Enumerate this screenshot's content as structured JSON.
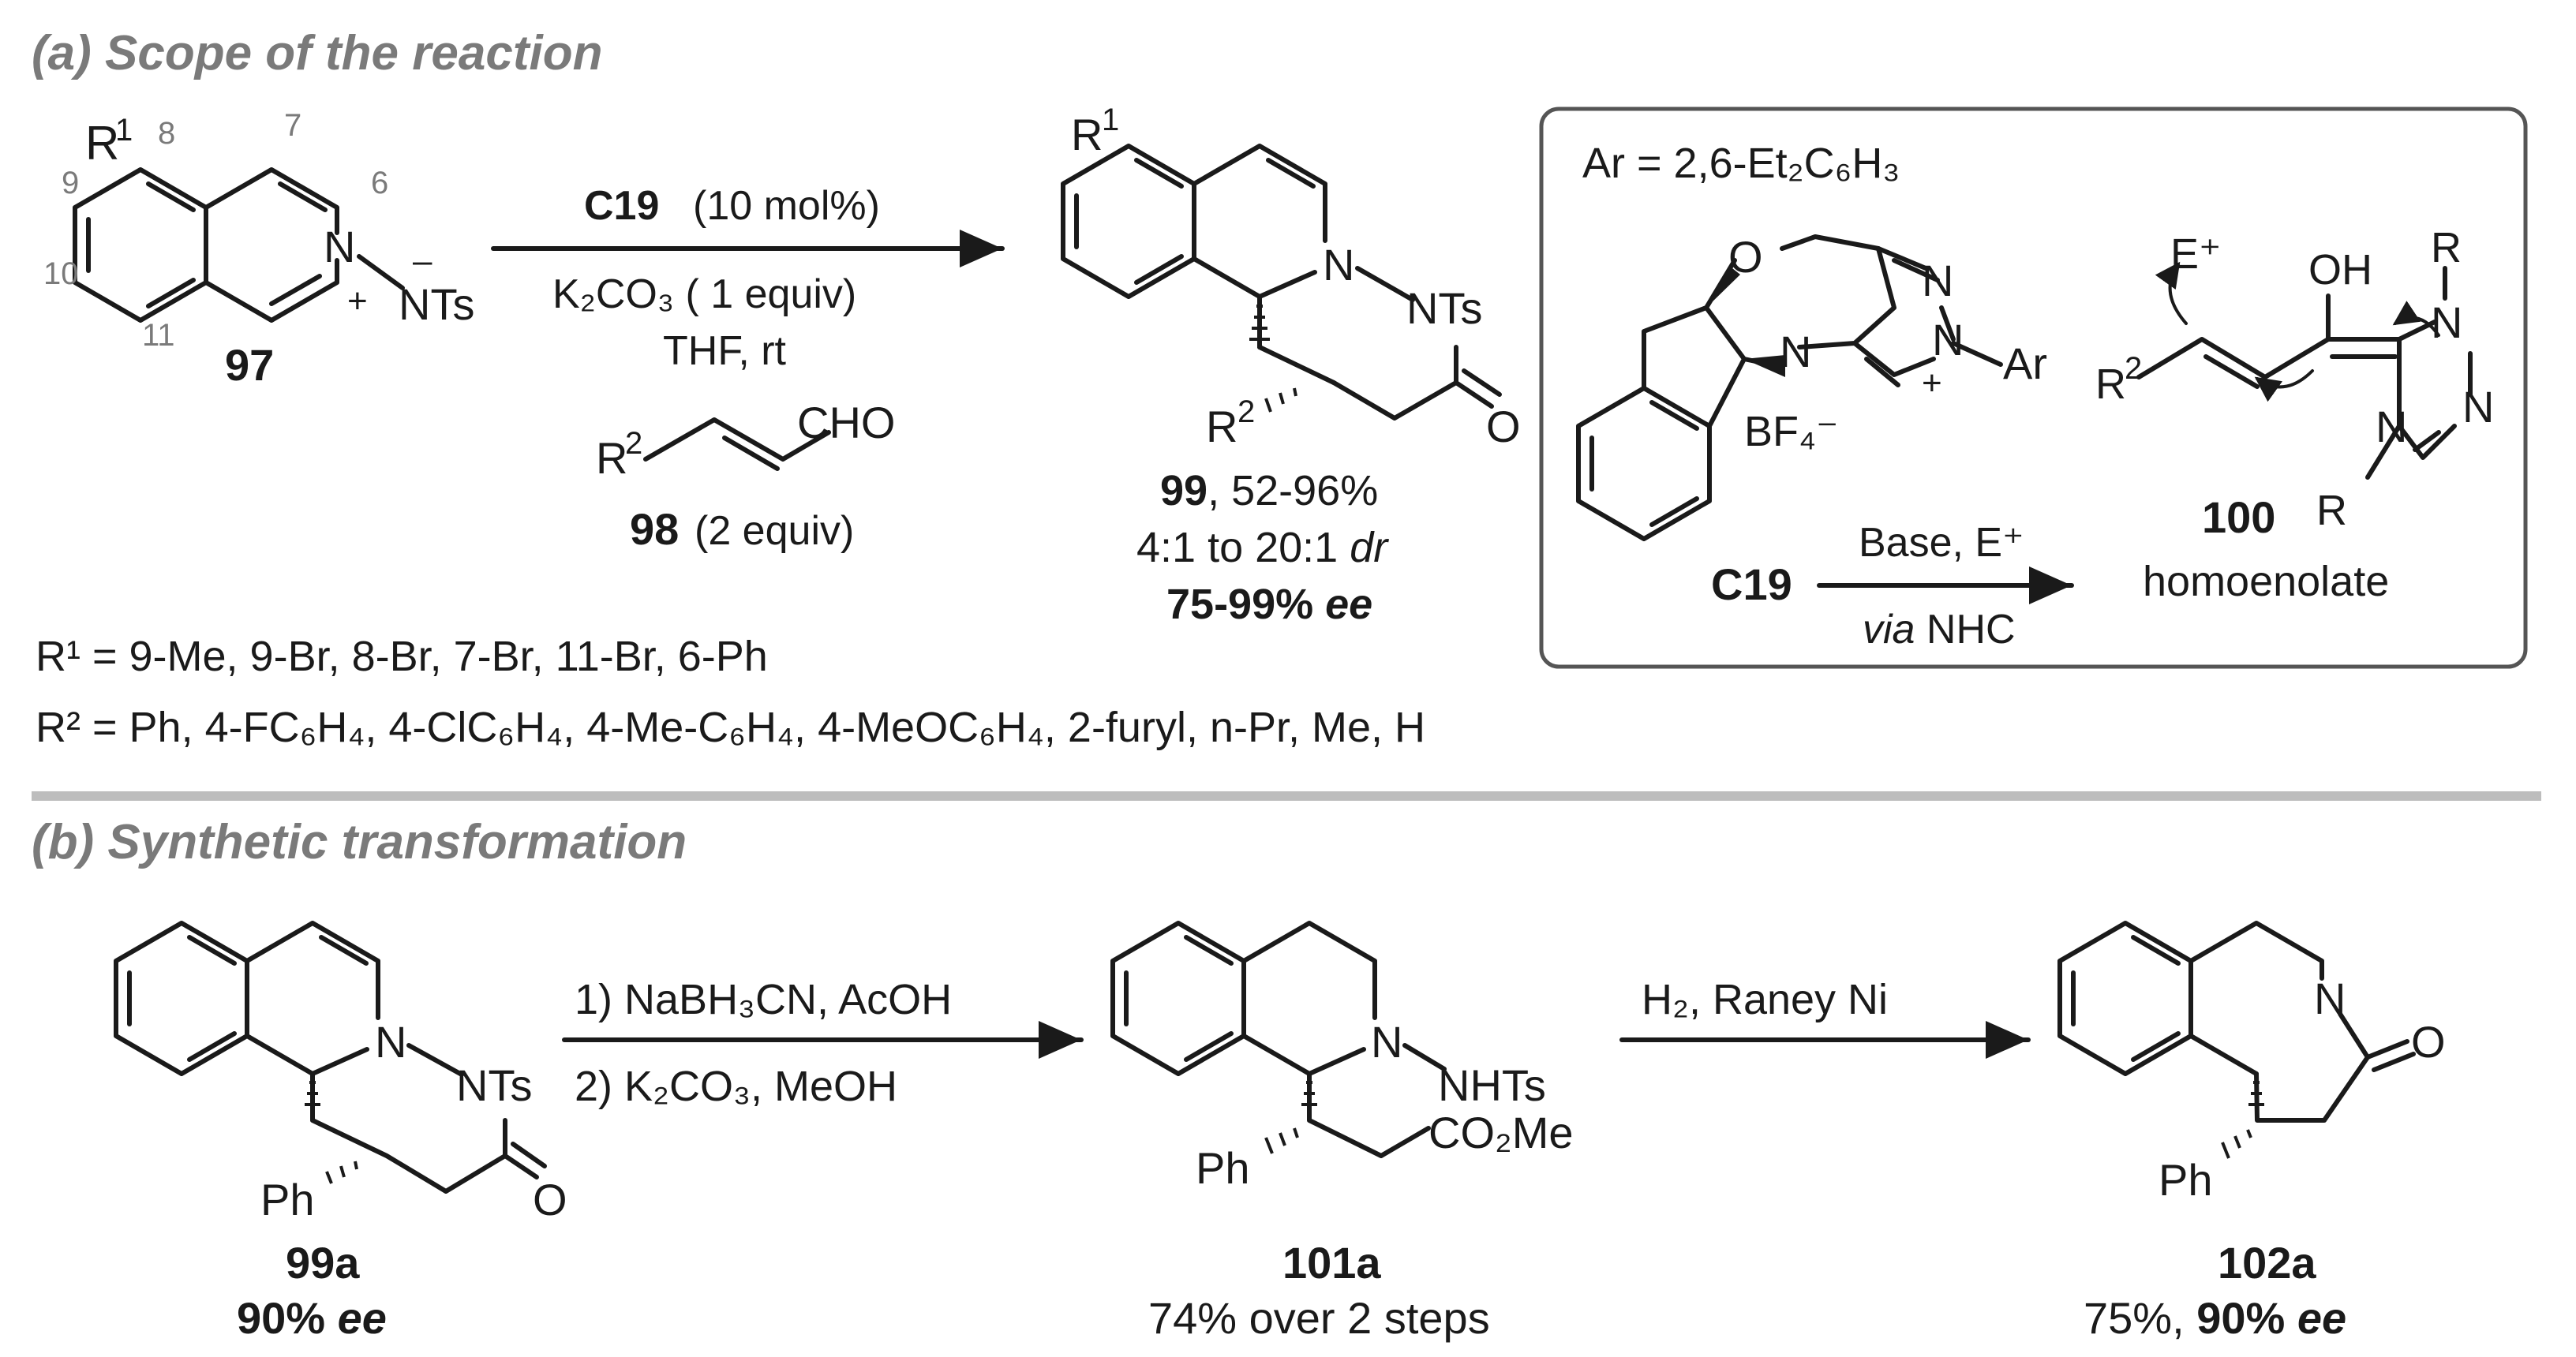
{
  "section_a": {
    "title": "(a) Scope of the reaction",
    "sm_label": "97",
    "sm_numbering": [
      "8",
      "7",
      "6",
      "9",
      "10",
      "11"
    ],
    "sm_atoms": {
      "r1": "R",
      "r1_sup": "1",
      "n": "N",
      "plus": "+",
      "minus": "–",
      "nts": "NTs"
    },
    "conditions": {
      "catalyst": "C19",
      "catalyst_loading": "(10 mol%)",
      "base": "K₂CO₃ ( 1 equiv)",
      "solvent": "THF, rt",
      "enal": "CHO",
      "enal_r": "R",
      "enal_r_sup": "2",
      "enal_label": "98",
      "enal_equiv": "(2 equiv)"
    },
    "product": {
      "label": "99",
      "yield": ", 52-96%",
      "dr_prefix": "4:1 to 20:1 ",
      "dr_italic": "dr",
      "ee_value": "75-99% ",
      "ee_italic": "ee",
      "atoms": {
        "r1": "R",
        "r1_sup": "1",
        "n1": "N",
        "nts": "NTs",
        "r2": "R",
        "r2_sup": "2",
        "o": "O"
      }
    },
    "r1_scope": "R¹ = 9-Me, 9-Br, 8-Br, 7-Br, 11-Br, 6-Ph",
    "r2_scope": "R² = Ph, 4-FC₆H₄, 4-ClC₆H₄, 4-Me-C₆H₄, 4-MeOC₆H₄, 2-furyl, n-Pr, Me, H",
    "box": {
      "ar_def": "Ar = 2,6-Et₂C₆H₃",
      "catalyst_atoms": {
        "o": "O",
        "n1": "N",
        "n2": "N",
        "n3": "N",
        "plus": "+",
        "ar": "Ar",
        "bf4": "BF₄⁻"
      },
      "catalyst_label": "C19",
      "arrow_top": "Base, E⁺",
      "arrow_bottom_italic": "via",
      "arrow_bottom": " NHC",
      "homoenolate_label": "100",
      "homoenolate_name": "homoenolate",
      "homoenolate_atoms": {
        "e": "E⁺",
        "oh": "OH",
        "r2": "R",
        "r2_sup": "2",
        "n1": "N",
        "n2": "N",
        "n3": "N",
        "r_top": "R",
        "r_bot": "R"
      }
    }
  },
  "section_b": {
    "title": "(b) Synthetic transformation",
    "sm": {
      "label": "99a",
      "ee_value": "90% ",
      "ee_italic": "ee",
      "atoms": {
        "n": "N",
        "nts": "NTs",
        "o": "O",
        "ph": "Ph"
      }
    },
    "step1_line1": "1) NaBH₃CN, AcOH",
    "step1_line2": "2) K₂CO₃, MeOH",
    "int": {
      "label": "101a",
      "yield": "74% over 2 steps",
      "atoms": {
        "n": "N",
        "nhts": "NHTs",
        "ester": "CO₂Me",
        "ph": "Ph"
      }
    },
    "step2": "H₂, Raney Ni",
    "prod": {
      "label": "102a",
      "yield_prefix": "75%, ",
      "ee_value": "90% ",
      "ee_italic": "ee",
      "atoms": {
        "n": "N",
        "o": "O",
        "ph": "Ph"
      }
    }
  }
}
